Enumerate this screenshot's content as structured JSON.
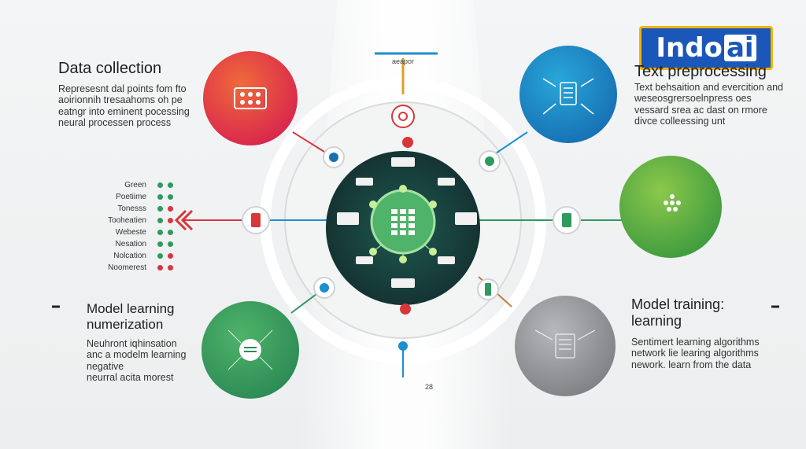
{
  "logo": {
    "text": "Indo",
    "highlight": "ai",
    "bg": "#1b57b8",
    "border": "#f2b400"
  },
  "top_label": "aeapor",
  "bottom_label": "28",
  "sections": {
    "data_collection": {
      "title": "Data collection",
      "lines": [
        "Represesnt dal points fom fto",
        "aoirionnih tresaahoms oh pe",
        "eatngr into eminent pocessing",
        "neural processen process"
      ],
      "color": "#e8443a"
    },
    "text_preprocessing": {
      "title": "Text preprocessing",
      "lines": [
        "Text behsaition and evercition and",
        "weseosgrersoelnpress oes",
        "vessard srea ac dast on rmore",
        "divce colleessing unt"
      ],
      "color": "#1b8fd0"
    },
    "model_learning": {
      "title_lines": [
        "Model learning",
        "numerization"
      ],
      "lines": [
        "Neuhront iqhinsation",
        "anc a modelm learning negative",
        "neurral acita morest"
      ],
      "color": "#3a9a5a"
    },
    "model_training": {
      "title_lines": [
        "Model training:",
        "learning"
      ],
      "lines": [
        "Sentimert learning algorithms",
        "network lie learing algorithms",
        "nework. learn from the data"
      ],
      "color": "#8a8d90"
    }
  },
  "legend": [
    {
      "label": "Green",
      "c1": "#2e9a5e",
      "c2": "#2e9a5e"
    },
    {
      "label": "Poetiime",
      "c1": "#2e9a5e",
      "c2": "#2e9a5e"
    },
    {
      "label": "Tonesss",
      "c1": "#2e9a5e",
      "c2": "#d8373a"
    },
    {
      "label": "Tooheatien",
      "c1": "#2e9a5e",
      "c2": "#d8373a"
    },
    {
      "label": "Webeste",
      "c1": "#2e9a5e",
      "c2": "#2e9a5e"
    },
    {
      "label": "Nesation",
      "c1": "#2e9a5e",
      "c2": "#2e9a5e"
    },
    {
      "label": "Nolcation",
      "c1": "#2e9a5e",
      "c2": "#d8373a"
    },
    {
      "label": "Noomerest",
      "c1": "#d8373a",
      "c2": "#d8373a"
    }
  ]
}
